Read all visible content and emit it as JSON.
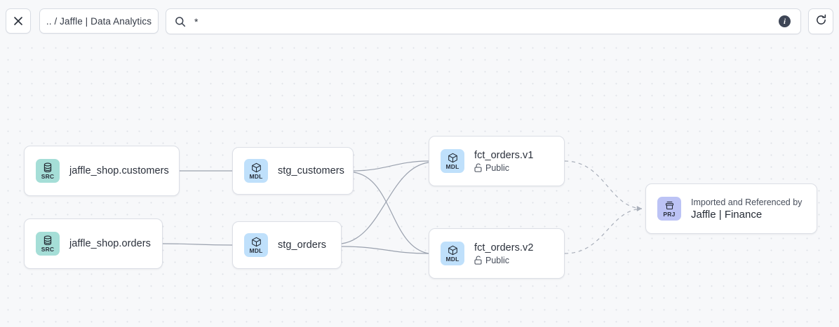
{
  "toolbar": {
    "close_label": "×",
    "close_icon": "close-icon",
    "breadcrumb": ".. / Jaffle | Data Analytics",
    "search_icon": "search-icon",
    "search_value": "*",
    "search_placeholder": "Search",
    "info_label": "i",
    "info_icon": "info-icon",
    "refresh_icon": "refresh-icon"
  },
  "colors": {
    "canvas_bg": "#f7f8fa",
    "grid_dot": "#dfe2e8",
    "node_bg": "#ffffff",
    "node_border": "#dcdfe6",
    "badge_src": "#a5ded7",
    "badge_mdl": "#bfe0fb",
    "badge_prj": "#bcc3f5",
    "edge": "#9aa1ae",
    "text": "#2b313c"
  },
  "graph": {
    "nodes": [
      {
        "id": "src_customers",
        "badge": "SRC",
        "badge_icon": "database-icon",
        "title": "jaffle_shop.customers"
      },
      {
        "id": "src_orders",
        "badge": "SRC",
        "badge_icon": "database-icon",
        "title": "jaffle_shop.orders"
      },
      {
        "id": "stg_customers",
        "badge": "MDL",
        "badge_icon": "cube-icon",
        "title": "stg_customers"
      },
      {
        "id": "stg_orders",
        "badge": "MDL",
        "badge_icon": "cube-icon",
        "title": "stg_orders"
      },
      {
        "id": "fct_orders_v1",
        "badge": "MDL",
        "badge_icon": "cube-icon",
        "title": "fct_orders.v1",
        "access_icon": "unlock-icon",
        "access": "Public"
      },
      {
        "id": "fct_orders_v2",
        "badge": "MDL",
        "badge_icon": "cube-icon",
        "title": "fct_orders.v2",
        "access_icon": "unlock-icon",
        "access": "Public"
      },
      {
        "id": "project",
        "badge": "PRJ",
        "badge_icon": "project-icon",
        "kicker": "Imported and Referenced by",
        "title": "Jaffle | Finance"
      }
    ],
    "edges": [
      {
        "from": "src_customers",
        "to": "stg_customers",
        "style": "solid"
      },
      {
        "from": "src_orders",
        "to": "stg_orders",
        "style": "solid"
      },
      {
        "from": "stg_customers",
        "to": "fct_orders_v1",
        "style": "solid"
      },
      {
        "from": "stg_customers",
        "to": "fct_orders_v2",
        "style": "solid"
      },
      {
        "from": "stg_orders",
        "to": "fct_orders_v1",
        "style": "solid"
      },
      {
        "from": "stg_orders",
        "to": "fct_orders_v2",
        "style": "solid"
      },
      {
        "from": "fct_orders_v1",
        "to": "project",
        "style": "dashed"
      },
      {
        "from": "fct_orders_v2",
        "to": "project",
        "style": "dashed"
      }
    ]
  }
}
